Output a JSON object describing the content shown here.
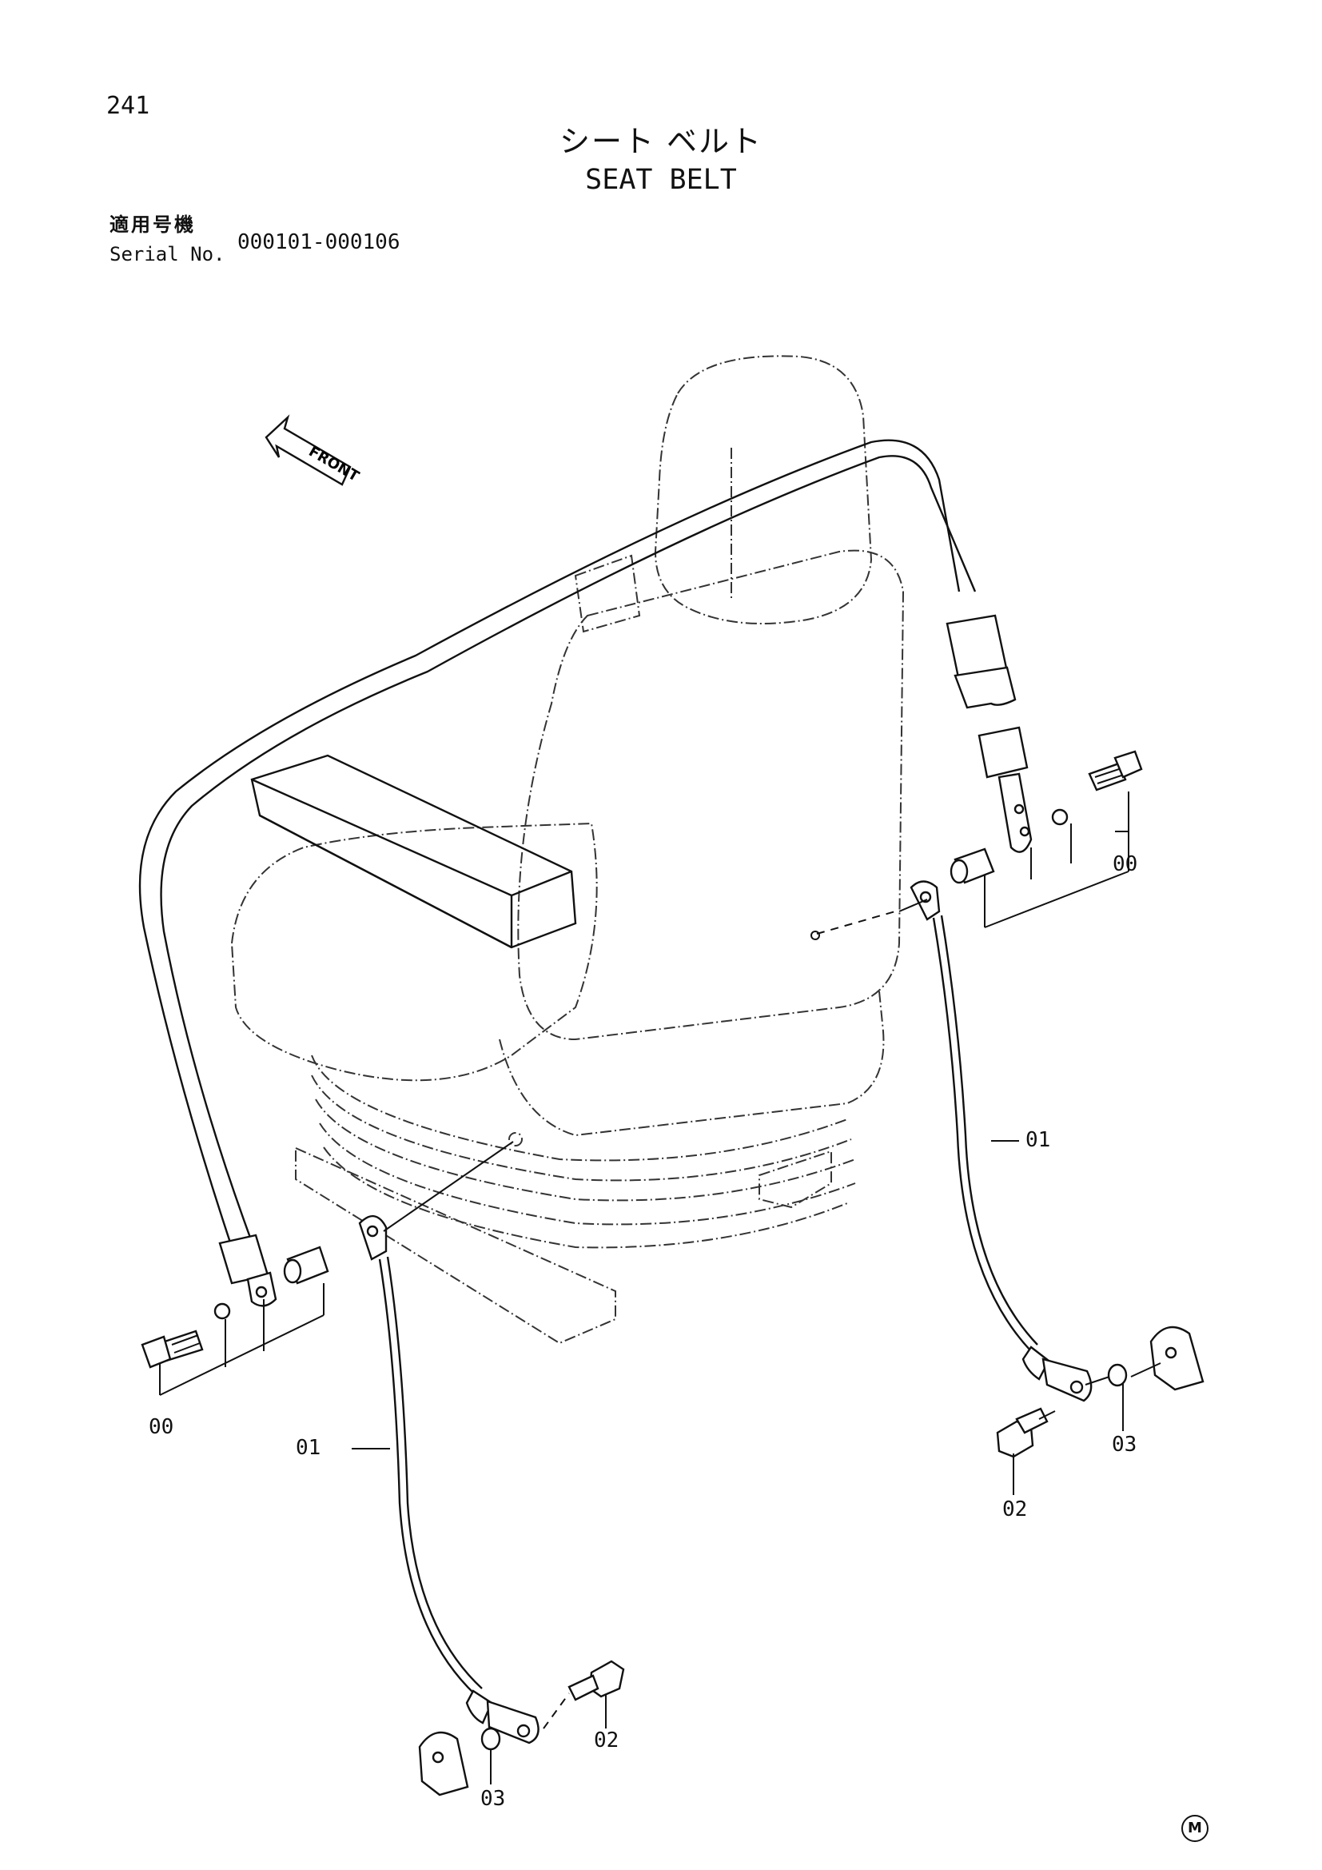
{
  "page_number": "241",
  "title_jp": "シート ベルト",
  "title_en": "SEAT BELT",
  "serial": {
    "label_jp": "適用号機",
    "label_en": "Serial No.",
    "range": "000101-000106"
  },
  "front_label": "FRONT",
  "callouts": {
    "bolt_right": "00",
    "bolt_left": "00",
    "strap_right": "01",
    "strap_left": "01",
    "bolt_small_right": "02",
    "bolt_small_left": "02",
    "washer_right": "03",
    "washer_left": "03"
  },
  "footer_mark": "M",
  "colors": {
    "line": "#111111",
    "paper": "#ffffff"
  }
}
